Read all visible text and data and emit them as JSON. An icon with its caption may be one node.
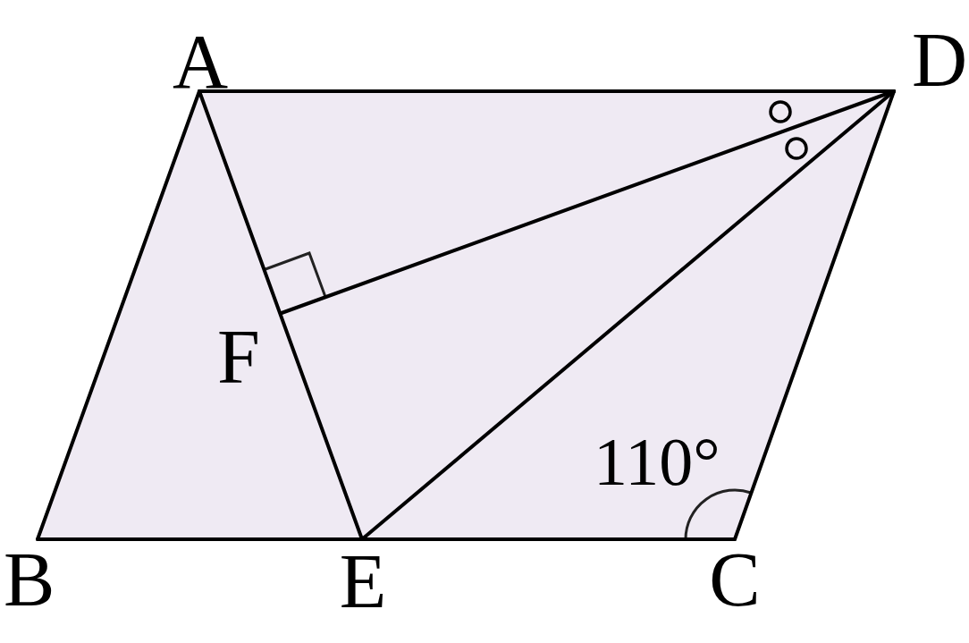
{
  "diagram": {
    "nodes": [
      {
        "text": [
          "A"
        ]
      },
      {
        "text": [
          "D"
        ]
      },
      {
        "text": [
          "F"
        ]
      },
      {
        "text": [
          "B"
        ]
      },
      {
        "text": [
          "E"
        ]
      },
      {
        "text": [
          "C"
        ]
      }
    ],
    "edges": [
      {
        "from": 0,
        "to": 1,
        "arrow": "none"
      },
      {
        "from": 0,
        "to": 3,
        "arrow": "none"
      },
      {
        "from": 3,
        "to": 5,
        "arrow": "none"
      },
      {
        "from": 5,
        "to": 1,
        "arrow": "none"
      },
      {
        "from": 0,
        "to": 4,
        "arrow": "none"
      },
      {
        "from": 2,
        "to": 1,
        "arrow": "none"
      },
      {
        "from": 4,
        "to": 1,
        "arrow": "none"
      }
    ],
    "labels": [
      "110°"
    ]
  }
}
